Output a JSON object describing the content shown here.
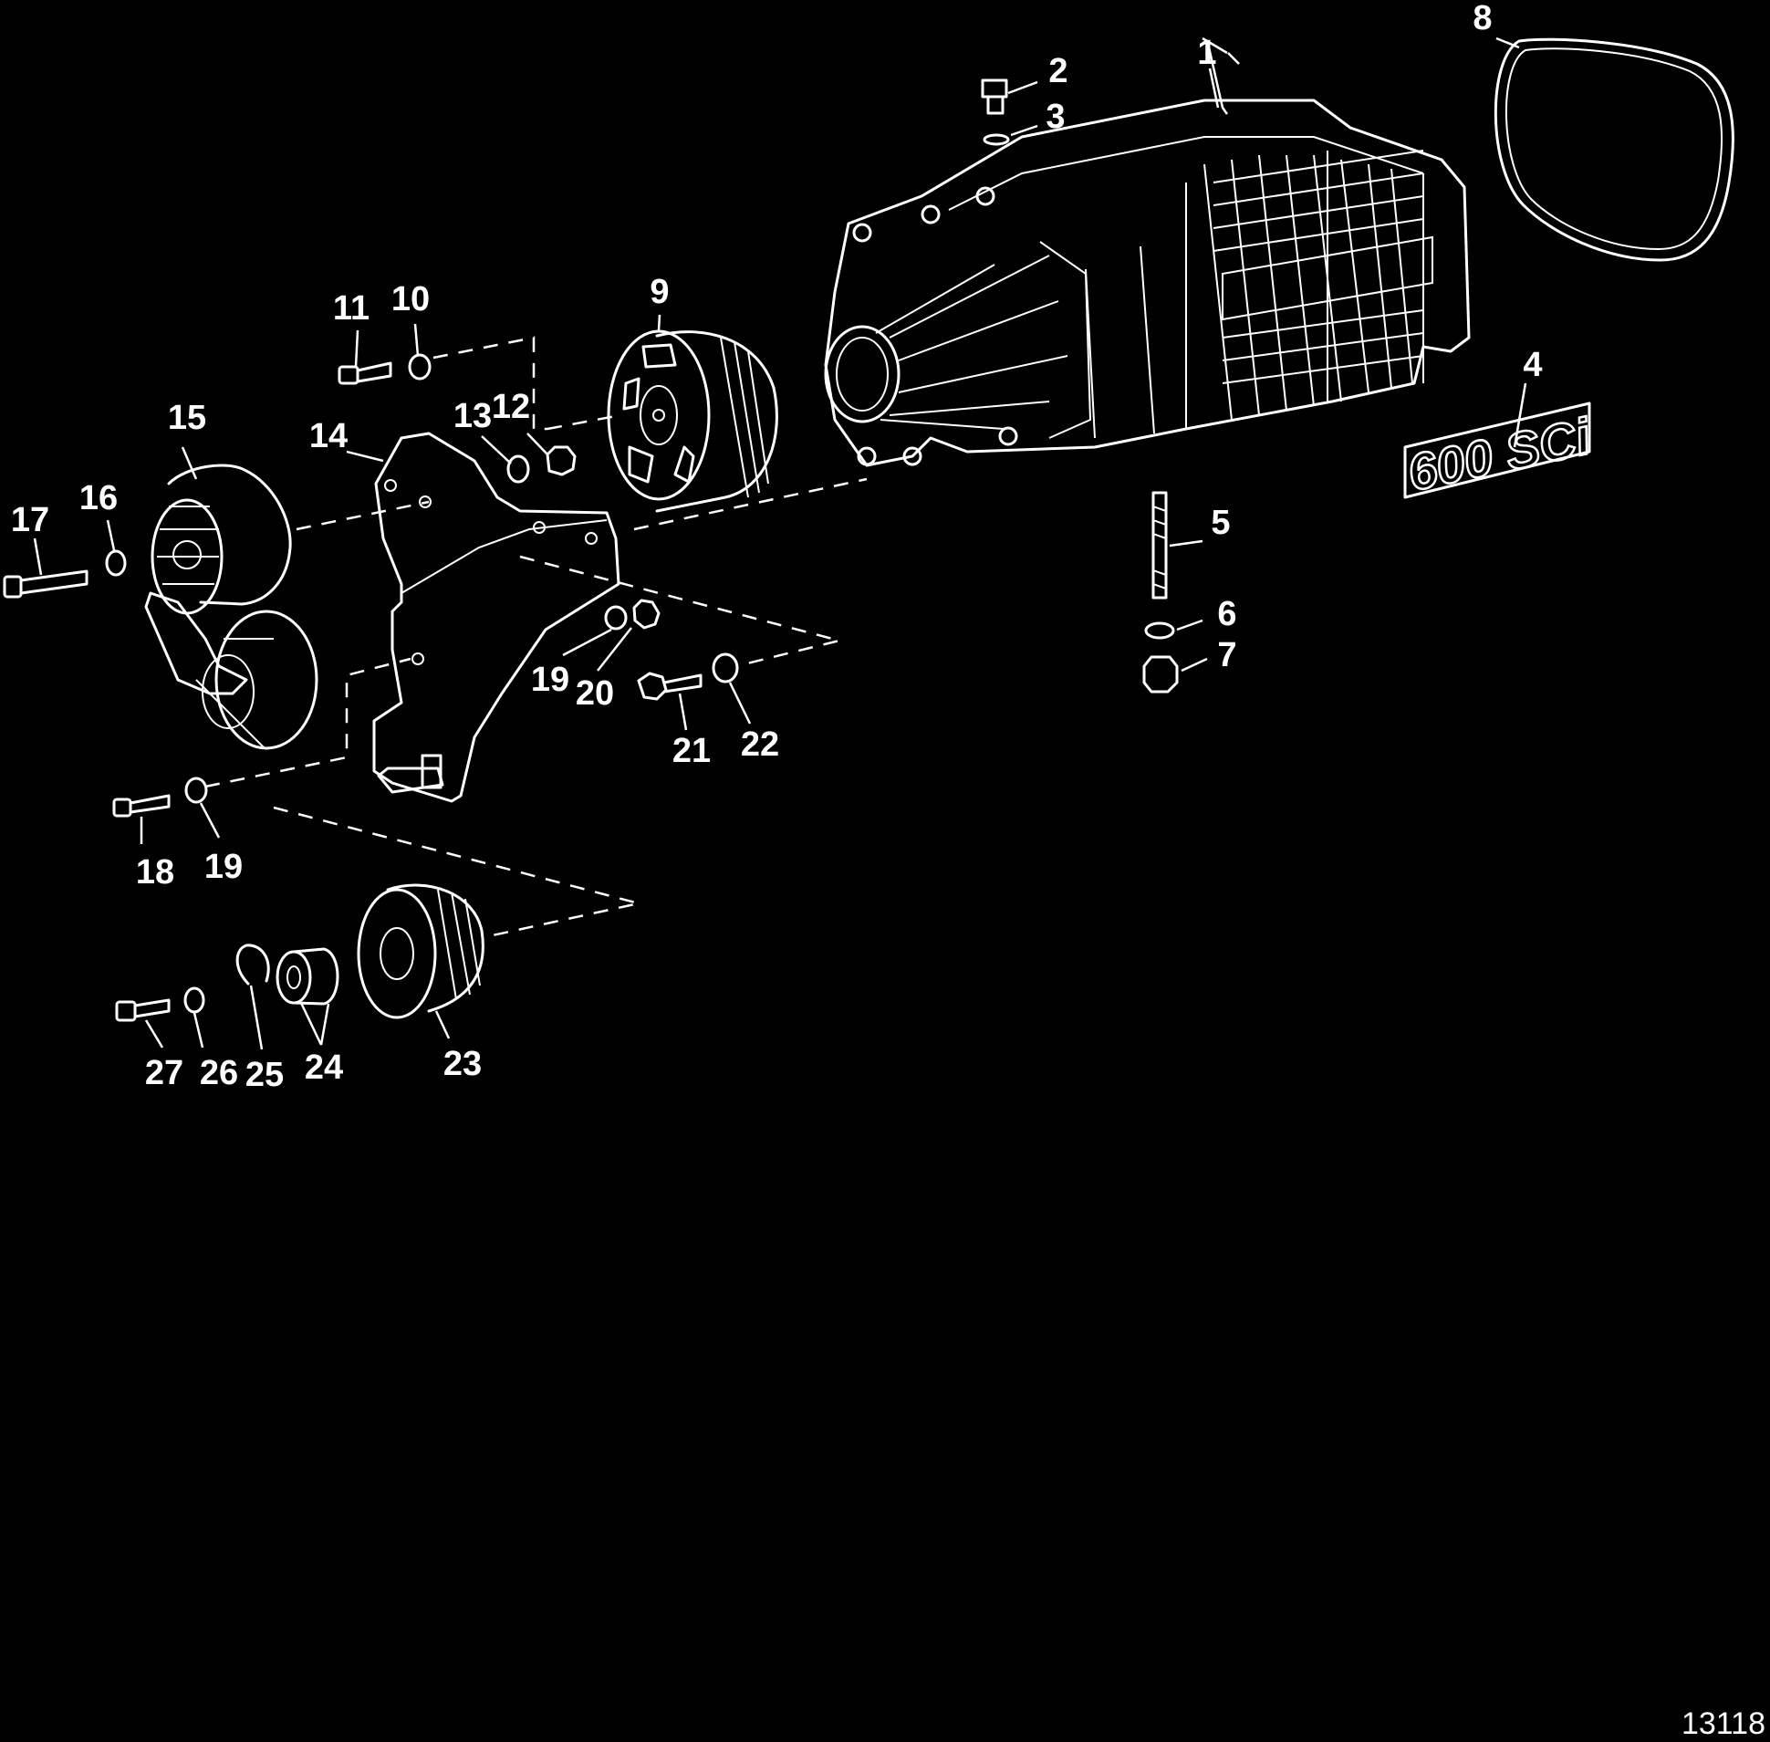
{
  "diagram": {
    "badge_text": "600 SCi",
    "figure_id": "13118",
    "callouts": [
      "1",
      "2",
      "3",
      "4",
      "5",
      "6",
      "7",
      "8",
      "9",
      "10",
      "11",
      "12",
      "13",
      "14",
      "15",
      "16",
      "17",
      "18",
      "19",
      "19",
      "20",
      "21",
      "22",
      "23",
      "24",
      "25",
      "26",
      "27"
    ]
  }
}
